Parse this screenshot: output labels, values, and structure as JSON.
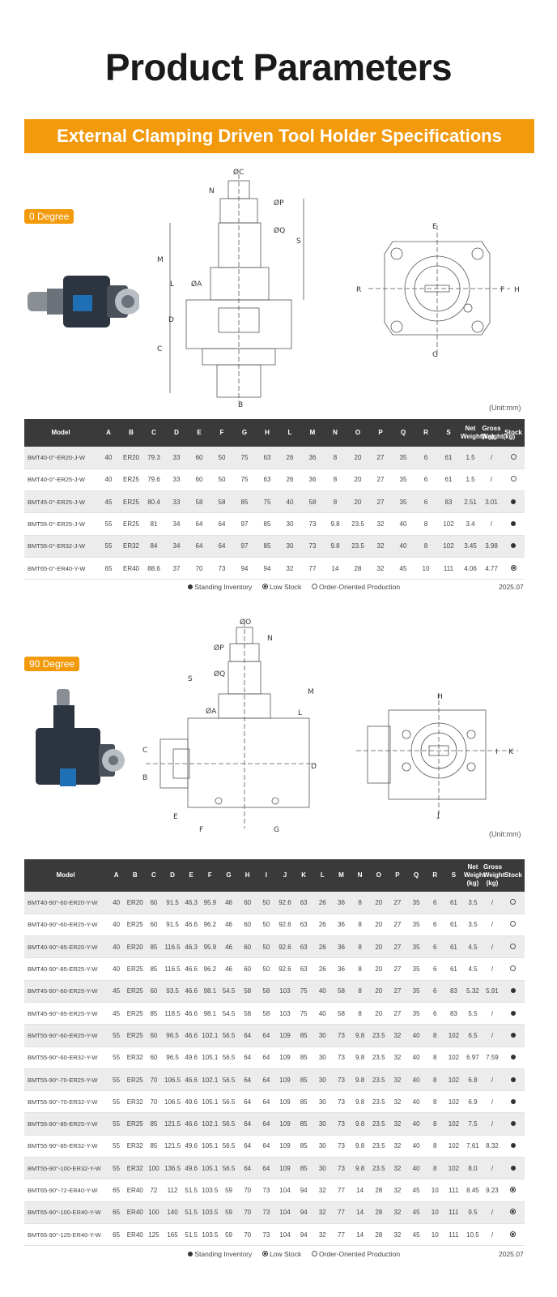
{
  "page_title": "Product Parameters",
  "banner": "External Clamping Driven Tool Holder Specifications",
  "section1": {
    "badge": "0 Degree",
    "unit": "(Unit:mm)",
    "columns": [
      "Model",
      "A",
      "B",
      "C",
      "D",
      "E",
      "F",
      "G",
      "H",
      "L",
      "M",
      "N",
      "O",
      "P",
      "Q",
      "R",
      "S",
      "Net Weight(kg)",
      "Gross Weight(kg)",
      "Stock"
    ],
    "rows": [
      [
        "BMT40-0°-ER20-J-W",
        "40",
        "ER20",
        "79.3",
        "33",
        "60",
        "50",
        "75",
        "63",
        "26",
        "36",
        "8",
        "20",
        "27",
        "35",
        "6",
        "61",
        "1.5",
        "/",
        "empty"
      ],
      [
        "BMT40-0°-ER25-J-W",
        "40",
        "ER25",
        "79.6",
        "33",
        "60",
        "50",
        "75",
        "63",
        "26",
        "36",
        "8",
        "20",
        "27",
        "35",
        "6",
        "61",
        "1.5",
        "/",
        "empty"
      ],
      [
        "BMT45-0°-ER25-J-W",
        "45",
        "ER25",
        "80.4",
        "33",
        "58",
        "58",
        "85",
        "75",
        "40",
        "58",
        "8",
        "20",
        "27",
        "35",
        "6",
        "83",
        "2.51",
        "3.01",
        "full"
      ],
      [
        "BMT55-0°-ER25-J-W",
        "55",
        "ER25",
        "81",
        "34",
        "64",
        "64",
        "97",
        "85",
        "30",
        "73",
        "9.8",
        "23.5",
        "32",
        "40",
        "8",
        "102",
        "3.4",
        "/",
        "full"
      ],
      [
        "BMT55-0°-ER32-J-W",
        "55",
        "ER32",
        "84",
        "34",
        "64",
        "64",
        "97",
        "85",
        "30",
        "73",
        "9.8",
        "23.5",
        "32",
        "40",
        "8",
        "102",
        "3.45",
        "3.98",
        "full"
      ],
      [
        "BMT65-0°-ER40-Y-W",
        "65",
        "ER40",
        "88.6",
        "37",
        "70",
        "73",
        "94",
        "94",
        "32",
        "77",
        "14",
        "28",
        "32",
        "45",
        "10",
        "111",
        "4.06",
        "4.77",
        "low"
      ]
    ],
    "legend": [
      "Standing Inventory",
      "Low Stock",
      "Order-Oriented Production"
    ],
    "date": "2025.07"
  },
  "section2": {
    "badge": "90 Degree",
    "unit": "(Unit:mm)",
    "columns": [
      "Model",
      "A",
      "B",
      "C",
      "D",
      "E",
      "F",
      "G",
      "H",
      "I",
      "J",
      "K",
      "L",
      "M",
      "N",
      "O",
      "P",
      "Q",
      "R",
      "S",
      "Net Weight (kg)",
      "Gross Weight (kg)",
      "Stock"
    ],
    "rows": [
      [
        "BMT40-90°-60-ER20-Y-W",
        "40",
        "ER20",
        "60",
        "91.5",
        "46.3",
        "95.9",
        "46",
        "60",
        "50",
        "92.6",
        "63",
        "26",
        "36",
        "8",
        "20",
        "27",
        "35",
        "6",
        "61",
        "3.5",
        "/",
        "empty"
      ],
      [
        "BMT40-90°-60-ER25-Y-W",
        "40",
        "ER25",
        "60",
        "91.5",
        "46.6",
        "96.2",
        "46",
        "60",
        "50",
        "92.6",
        "63",
        "26",
        "36",
        "8",
        "20",
        "27",
        "35",
        "6",
        "61",
        "3.5",
        "/",
        "empty"
      ],
      [
        "BMT40-90°-85-ER20-Y-W",
        "40",
        "ER20",
        "85",
        "116.5",
        "46.3",
        "95.9",
        "46",
        "60",
        "50",
        "92.6",
        "63",
        "26",
        "36",
        "8",
        "20",
        "27",
        "35",
        "6",
        "61",
        "4.5",
        "/",
        "empty"
      ],
      [
        "BMT40-90°-85-ER25-Y-W",
        "40",
        "ER25",
        "85",
        "116.5",
        "46.6",
        "96.2",
        "46",
        "60",
        "50",
        "92.6",
        "63",
        "26",
        "36",
        "8",
        "20",
        "27",
        "35",
        "6",
        "61",
        "4.5",
        "/",
        "empty"
      ],
      [
        "BMT45-90°-60-ER25-Y-W",
        "45",
        "ER25",
        "60",
        "93.5",
        "46.6",
        "98.1",
        "54.5",
        "58",
        "58",
        "103",
        "75",
        "40",
        "58",
        "8",
        "20",
        "27",
        "35",
        "6",
        "83",
        "5.32",
        "5.91",
        "full"
      ],
      [
        "BMT45-90°-85-ER25-Y-W",
        "45",
        "ER25",
        "85",
        "118.5",
        "46.6",
        "98.1",
        "54.5",
        "58",
        "58",
        "103",
        "75",
        "40",
        "58",
        "8",
        "20",
        "27",
        "35",
        "6",
        "83",
        "5.5",
        "/",
        "full"
      ],
      [
        "BMT55-90°-60-ER25-Y-W",
        "55",
        "ER25",
        "60",
        "96.5",
        "46.6",
        "102.1",
        "56.5",
        "64",
        "64",
        "109",
        "85",
        "30",
        "73",
        "9.8",
        "23.5",
        "32",
        "40",
        "8",
        "102",
        "6.5",
        "/",
        "full"
      ],
      [
        "BMT55-90°-60-ER32-Y-W",
        "55",
        "ER32",
        "60",
        "96.5",
        "49.6",
        "105.1",
        "56.5",
        "64",
        "64",
        "109",
        "85",
        "30",
        "73",
        "9.8",
        "23.5",
        "32",
        "40",
        "8",
        "102",
        "6.97",
        "7.59",
        "full"
      ],
      [
        "BMT55-90°-70-ER25-Y-W",
        "55",
        "ER25",
        "70",
        "106.5",
        "46.6",
        "102.1",
        "56.5",
        "64",
        "64",
        "109",
        "85",
        "30",
        "73",
        "9.8",
        "23.5",
        "32",
        "40",
        "8",
        "102",
        "6.8",
        "/",
        "full"
      ],
      [
        "BMT55-90°-70-ER32-Y-W",
        "55",
        "ER32",
        "70",
        "106.5",
        "49.6",
        "105.1",
        "56.5",
        "64",
        "64",
        "109",
        "85",
        "30",
        "73",
        "9.8",
        "23.5",
        "32",
        "40",
        "8",
        "102",
        "6.9",
        "/",
        "full"
      ],
      [
        "BMT55-90°-85-ER25-Y-W",
        "55",
        "ER25",
        "85",
        "121.5",
        "46.6",
        "102.1",
        "56.5",
        "64",
        "64",
        "109",
        "85",
        "30",
        "73",
        "9.8",
        "23.5",
        "32",
        "40",
        "8",
        "102",
        "7.5",
        "/",
        "full"
      ],
      [
        "BMT55-90°-85-ER32-Y-W",
        "55",
        "ER32",
        "85",
        "121.5",
        "49.6",
        "105.1",
        "56.5",
        "64",
        "64",
        "109",
        "85",
        "30",
        "73",
        "9.8",
        "23.5",
        "32",
        "40",
        "8",
        "102",
        "7.61",
        "8.32",
        "full"
      ],
      [
        "BMT55-90°-100-ER32-Y-W",
        "55",
        "ER32",
        "100",
        "136.5",
        "49.6",
        "105.1",
        "56.5",
        "64",
        "64",
        "109",
        "85",
        "30",
        "73",
        "9.8",
        "23.5",
        "32",
        "40",
        "8",
        "102",
        "8.0",
        "/",
        "full"
      ],
      [
        "BMT65-90°-72-ER40-Y-W",
        "65",
        "ER40",
        "72",
        "112",
        "51.5",
        "103.5",
        "59",
        "70",
        "73",
        "104",
        "94",
        "32",
        "77",
        "14",
        "28",
        "32",
        "45",
        "10",
        "111",
        "8.45",
        "9.23",
        "low"
      ],
      [
        "BMT65-90°-100-ER40-Y-W",
        "65",
        "ER40",
        "100",
        "140",
        "51.5",
        "103.5",
        "59",
        "70",
        "73",
        "104",
        "94",
        "32",
        "77",
        "14",
        "28",
        "32",
        "45",
        "10",
        "111",
        "9.5",
        "/",
        "low"
      ],
      [
        "BMT65-90°-125-ER40-Y-W",
        "65",
        "ER40",
        "125",
        "165",
        "51.5",
        "103.5",
        "59",
        "70",
        "73",
        "104",
        "94",
        "32",
        "77",
        "14",
        "28",
        "32",
        "45",
        "10",
        "111",
        "10.5",
        "/",
        "low"
      ]
    ],
    "legend": [
      "Standing Inventory",
      "Low Stock",
      "Order-Oriented Production"
    ],
    "date": "2025.07"
  },
  "drawing_labels_0": [
    "ØC",
    "N",
    "ØP",
    "ØQ",
    "S",
    "M",
    "L",
    "ØA",
    "D",
    "C",
    "B",
    "E",
    "R",
    "F",
    "H",
    "G"
  ],
  "drawing_labels_90": [
    "ØO",
    "N",
    "ØP",
    "ØQ",
    "S",
    "M",
    "L",
    "ØA",
    "C",
    "B",
    "D",
    "E",
    "F",
    "G",
    "H",
    "I",
    "K",
    "J"
  ],
  "colors": {
    "accent": "#f29a0c",
    "header": "#3a3a3a",
    "product_blue": "#1f6fb5"
  }
}
